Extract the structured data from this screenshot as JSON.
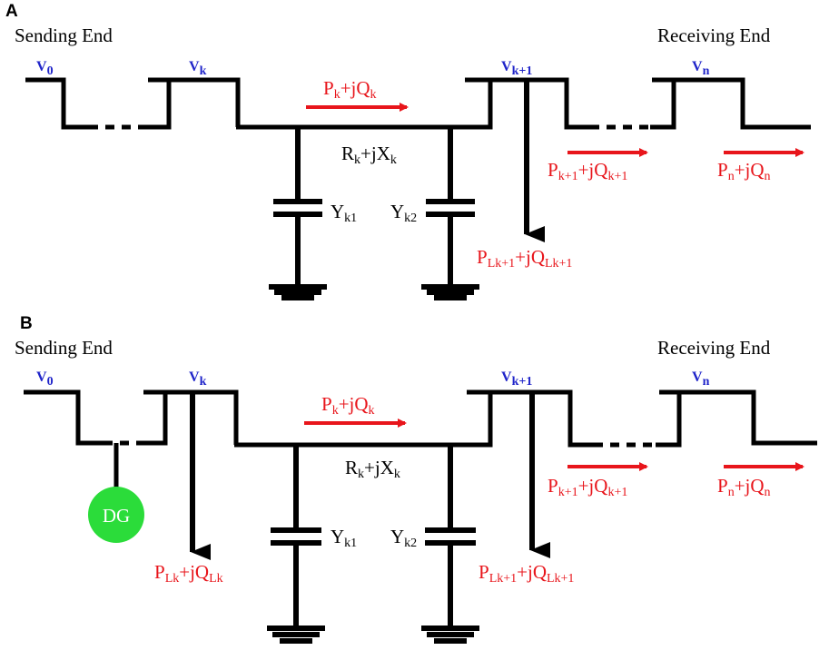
{
  "panel_a": {
    "label": "A",
    "sending_end": "Sending End",
    "receiving_end": "Receiving End",
    "v0": {
      "main": "V",
      "sub": "0"
    },
    "vk": {
      "main": "V",
      "sub": "k"
    },
    "vk1": {
      "main": "V",
      "sub": "k+1"
    },
    "vn": {
      "main": "V",
      "sub": "n"
    },
    "flow_k": {
      "p": "P",
      "ps": "k",
      "mid": "+jQ",
      "qs": "k"
    },
    "impedance": {
      "r": "R",
      "rs": "k",
      "mid": "+jX",
      "xs": "k"
    },
    "yk1": {
      "main": "Y",
      "sub": "k1"
    },
    "yk2": {
      "main": "Y",
      "sub": "k2"
    },
    "flow_k1": {
      "p": "P",
      "ps": "k+1",
      "mid": "+jQ",
      "qs": "k+1"
    },
    "flow_n": {
      "p": "P",
      "ps": "n",
      "mid": "+jQ",
      "qs": "n"
    },
    "load_k1": {
      "p": "P",
      "ps": "Lk+1",
      "mid": "+jQ",
      "qs": "Lk+1"
    }
  },
  "panel_b": {
    "label": "B",
    "sending_end": "Sending End",
    "receiving_end": "Receiving End",
    "v0": {
      "main": "V",
      "sub": "0"
    },
    "vk": {
      "main": "V",
      "sub": "k"
    },
    "vk1": {
      "main": "V",
      "sub": "k+1"
    },
    "vn": {
      "main": "V",
      "sub": "n"
    },
    "flow_k": {
      "p": "P",
      "ps": "k",
      "mid": "+jQ",
      "qs": "k"
    },
    "impedance": {
      "r": "R",
      "rs": "k",
      "mid": "+jX",
      "xs": "k"
    },
    "yk1": {
      "main": "Y",
      "sub": "k1"
    },
    "yk2": {
      "main": "Y",
      "sub": "k2"
    },
    "flow_k1": {
      "p": "P",
      "ps": "k+1",
      "mid": "+jQ",
      "qs": "k+1"
    },
    "flow_n": {
      "p": "P",
      "ps": "n",
      "mid": "+jQ",
      "qs": "n"
    },
    "load_k": {
      "p": "P",
      "ps": "Lk",
      "mid": "+jQ",
      "qs": "Lk"
    },
    "load_k1": {
      "p": "P",
      "ps": "Lk+1",
      "mid": "+jQ",
      "qs": "Lk+1"
    },
    "dg": "DG"
  },
  "colors": {
    "flow": "#e8151b",
    "voltage": "#1f24c9",
    "dg": "#2bdc3a"
  }
}
